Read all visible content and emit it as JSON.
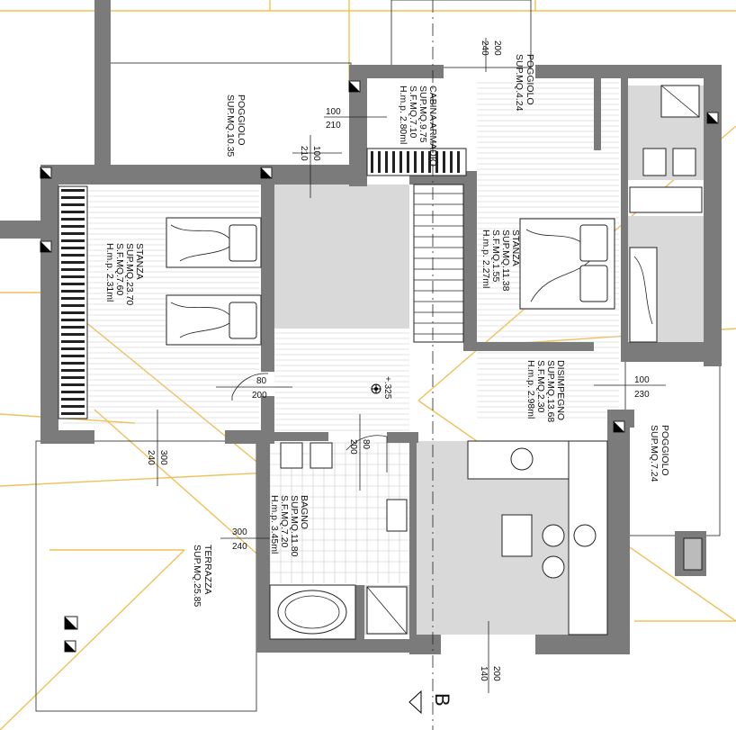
{
  "rooms": {
    "poggiolo_top": {
      "name": "POGGIOLO",
      "area": "SUP.MQ.4.24"
    },
    "poggiolo_left": {
      "name": "POGGIOLO",
      "area": "SUP.MQ.10.35"
    },
    "cabina": {
      "name": "CABINA ARMADIO",
      "area": "SUP.MQ.9.75",
      "sf": "S.F.MQ.7.10",
      "hmp": "H.m.p. 2.80ml"
    },
    "stanza1": {
      "name": "STANZA",
      "area": "SUP.MQ.23.70",
      "sf": "S.F.MQ.7.60",
      "hmp": "H.m.p. 2.31ml"
    },
    "stanza2": {
      "name": "STANZA",
      "area": "SUP.MQ.11.38",
      "sf": "S.F.MQ.1.55",
      "hmp": "H.m.p. 2.27ml"
    },
    "disimpegno": {
      "name": "DISIMPEGNO",
      "area": "SUP.MQ.13.68",
      "sf": "S.F.MQ.2.30",
      "hmp": "H.m.p. 2.98ml"
    },
    "poggiolo_right": {
      "name": "POGGIOLO",
      "area": "SUP.MQ.7.24"
    },
    "bagno": {
      "name": "BAGNO",
      "area": "SUP.MQ.11.80",
      "sf": "S.F.MQ.7.20",
      "hmp": "H.m.p. 3.45ml"
    },
    "terrazza": {
      "name": "TERRAZZA",
      "area": "SUP.MQ.25.85"
    }
  },
  "dims": {
    "top_door_w": "200",
    "top_door_h": "240",
    "cab_win_w": "100",
    "cab_win_h": "210",
    "cab_door_w": "100",
    "cab_door_h": "210",
    "stanza_door_w": "80",
    "stanza_door_h": "200",
    "stanza_win_w": "300",
    "stanza_win_h": "240",
    "bagno_door_w": "80",
    "bagno_door_h": "200",
    "terr_win_w": "300",
    "terr_win_h": "240",
    "disimp_win_w": "100",
    "disimp_win_h": "230",
    "bottom_win_w": "200",
    "bottom_win_h": "140"
  },
  "level": "+.325",
  "section": "B"
}
